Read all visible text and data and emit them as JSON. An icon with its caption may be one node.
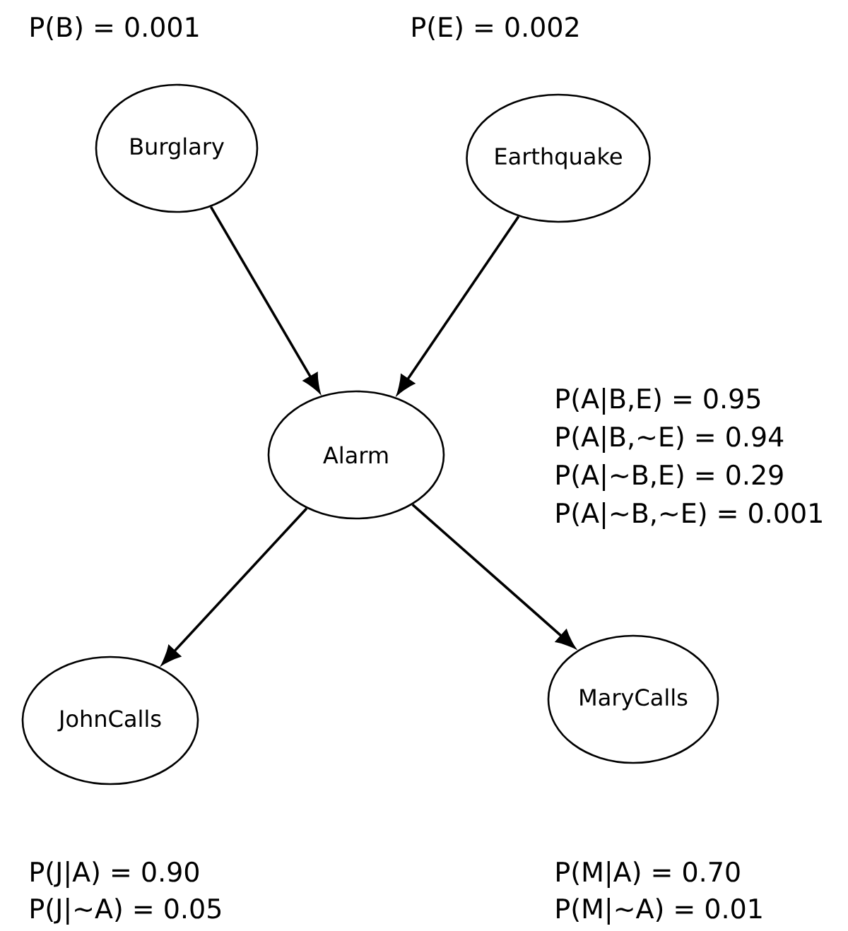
{
  "diagram": {
    "nodes": [
      {
        "text": [
          "Burglary"
        ],
        "beside": [
          "P(B) = 0.001"
        ]
      },
      {
        "text": [
          "Earthquake"
        ],
        "beside": [
          "P(E) = 0.002"
        ]
      },
      {
        "text": [
          "Alarm"
        ],
        "beside": [
          "P(A|B,E) = 0.95",
          "P(A|B,~E) = 0.94",
          "P(A|~B,E) = 0.29",
          "P(A|~B,~E) = 0.001"
        ]
      },
      {
        "text": [
          "JohnCalls"
        ]
      },
      {
        "text": [
          "MaryCalls"
        ]
      }
    ],
    "edges": [
      {
        "from": 0,
        "to": 2,
        "arrow": "to"
      },
      {
        "from": 1,
        "to": 2,
        "arrow": "to"
      },
      {
        "from": 2,
        "to": 3,
        "arrow": "to"
      },
      {
        "from": 2,
        "to": 4,
        "arrow": "to"
      }
    ],
    "labels": [
      "P(J|A) = 0.90",
      "P(M|A) = 0.70",
      "P(J|~A) = 0.05",
      "P(M|~A) = 0.01"
    ]
  }
}
